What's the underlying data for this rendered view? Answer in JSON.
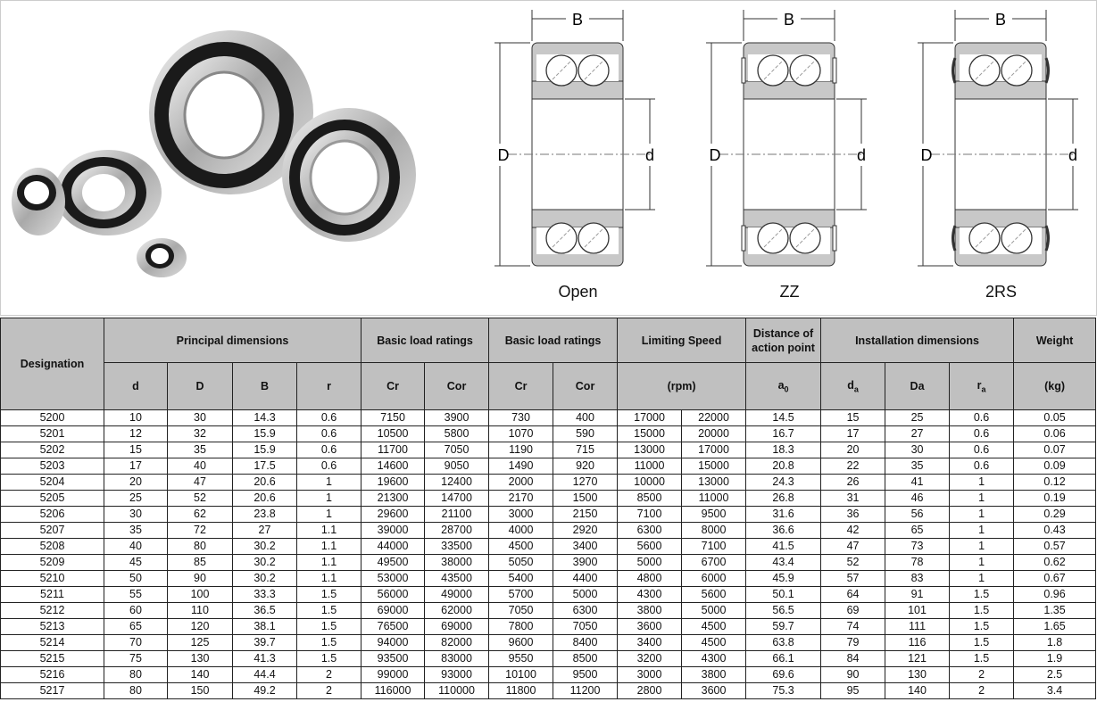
{
  "diagrams": [
    {
      "caption": "Open",
      "width_label": "B",
      "outer_label": "D",
      "inner_label": "d",
      "seal": "none"
    },
    {
      "caption": "ZZ",
      "width_label": "B",
      "outer_label": "D",
      "inner_label": "d",
      "seal": "shield"
    },
    {
      "caption": "2RS",
      "width_label": "B",
      "outer_label": "D",
      "inner_label": "d",
      "seal": "rubber"
    }
  ],
  "table": {
    "headers": {
      "designation": "Designation",
      "principal": "Principal dimensions",
      "load1": "Basic load ratings",
      "load2": "Basic load ratings",
      "speed": "Limiting Speed",
      "action": "Distance of action point",
      "install": "Installation dimensions",
      "weight": "Weight",
      "d": "d",
      "D": "D",
      "B": "B",
      "r": "r",
      "cr1": "Cr",
      "cor1": "Cor",
      "cr2": "Cr",
      "cor2": "Cor",
      "rpm": "(rpm)",
      "a0": "a",
      "a0_sub": "0",
      "da": "d",
      "da_sub": "a",
      "Da": "Da",
      "ra": "r",
      "ra_sub": "a",
      "kg": "(kg)"
    },
    "rows": [
      [
        "5200",
        "10",
        "30",
        "14.3",
        "0.6",
        "7150",
        "3900",
        "730",
        "400",
        "17000",
        "22000",
        "14.5",
        "15",
        "25",
        "0.6",
        "0.05"
      ],
      [
        "5201",
        "12",
        "32",
        "15.9",
        "0.6",
        "10500",
        "5800",
        "1070",
        "590",
        "15000",
        "20000",
        "16.7",
        "17",
        "27",
        "0.6",
        "0.06"
      ],
      [
        "5202",
        "15",
        "35",
        "15.9",
        "0.6",
        "11700",
        "7050",
        "1190",
        "715",
        "13000",
        "17000",
        "18.3",
        "20",
        "30",
        "0.6",
        "0.07"
      ],
      [
        "5203",
        "17",
        "40",
        "17.5",
        "0.6",
        "14600",
        "9050",
        "1490",
        "920",
        "11000",
        "15000",
        "20.8",
        "22",
        "35",
        "0.6",
        "0.09"
      ],
      [
        "5204",
        "20",
        "47",
        "20.6",
        "1",
        "19600",
        "12400",
        "2000",
        "1270",
        "10000",
        "13000",
        "24.3",
        "26",
        "41",
        "1",
        "0.12"
      ],
      [
        "5205",
        "25",
        "52",
        "20.6",
        "1",
        "21300",
        "14700",
        "2170",
        "1500",
        "8500",
        "11000",
        "26.8",
        "31",
        "46",
        "1",
        "0.19"
      ],
      [
        "5206",
        "30",
        "62",
        "23.8",
        "1",
        "29600",
        "21100",
        "3000",
        "2150",
        "7100",
        "9500",
        "31.6",
        "36",
        "56",
        "1",
        "0.29"
      ],
      [
        "5207",
        "35",
        "72",
        "27",
        "1.1",
        "39000",
        "28700",
        "4000",
        "2920",
        "6300",
        "8000",
        "36.6",
        "42",
        "65",
        "1",
        "0.43"
      ],
      [
        "5208",
        "40",
        "80",
        "30.2",
        "1.1",
        "44000",
        "33500",
        "4500",
        "3400",
        "5600",
        "7100",
        "41.5",
        "47",
        "73",
        "1",
        "0.57"
      ],
      [
        "5209",
        "45",
        "85",
        "30.2",
        "1.1",
        "49500",
        "38000",
        "5050",
        "3900",
        "5000",
        "6700",
        "43.4",
        "52",
        "78",
        "1",
        "0.62"
      ],
      [
        "5210",
        "50",
        "90",
        "30.2",
        "1.1",
        "53000",
        "43500",
        "5400",
        "4400",
        "4800",
        "6000",
        "45.9",
        "57",
        "83",
        "1",
        "0.67"
      ],
      [
        "5211",
        "55",
        "100",
        "33.3",
        "1.5",
        "56000",
        "49000",
        "5700",
        "5000",
        "4300",
        "5600",
        "50.1",
        "64",
        "91",
        "1.5",
        "0.96"
      ],
      [
        "5212",
        "60",
        "110",
        "36.5",
        "1.5",
        "69000",
        "62000",
        "7050",
        "6300",
        "3800",
        "5000",
        "56.5",
        "69",
        "101",
        "1.5",
        "1.35"
      ],
      [
        "5213",
        "65",
        "120",
        "38.1",
        "1.5",
        "76500",
        "69000",
        "7800",
        "7050",
        "3600",
        "4500",
        "59.7",
        "74",
        "111",
        "1.5",
        "1.65"
      ],
      [
        "5214",
        "70",
        "125",
        "39.7",
        "1.5",
        "94000",
        "82000",
        "9600",
        "8400",
        "3400",
        "4500",
        "63.8",
        "79",
        "116",
        "1.5",
        "1.8"
      ],
      [
        "5215",
        "75",
        "130",
        "41.3",
        "1.5",
        "93500",
        "83000",
        "9550",
        "8500",
        "3200",
        "4300",
        "66.1",
        "84",
        "121",
        "1.5",
        "1.9"
      ],
      [
        "5216",
        "80",
        "140",
        "44.4",
        "2",
        "99000",
        "93000",
        "10100",
        "9500",
        "3000",
        "3800",
        "69.6",
        "90",
        "130",
        "2",
        "2.5"
      ],
      [
        "5217",
        "80",
        "150",
        "49.2",
        "2",
        "116000",
        "110000",
        "11800",
        "11200",
        "2800",
        "3600",
        "75.3",
        "95",
        "140",
        "2",
        "3.4"
      ]
    ]
  }
}
